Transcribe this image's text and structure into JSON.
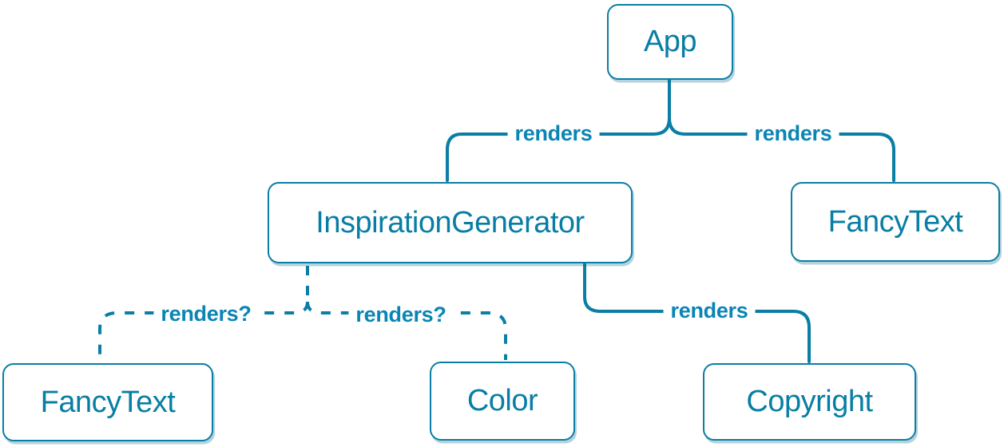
{
  "diagram": {
    "title": "component-render-tree",
    "accent_color": "#087ea4",
    "background_color": "#ffffff",
    "nodes": [
      {
        "id": "app",
        "label": "App"
      },
      {
        "id": "inspiration-generator",
        "label": "InspirationGenerator"
      },
      {
        "id": "fancy-text-top",
        "label": "FancyText"
      },
      {
        "id": "fancy-text-bottom",
        "label": "FancyText"
      },
      {
        "id": "color",
        "label": "Color"
      },
      {
        "id": "copyright",
        "label": "Copyright"
      }
    ],
    "edges": [
      {
        "from": "App",
        "to": "InspirationGenerator",
        "label": "renders",
        "style": "solid"
      },
      {
        "from": "App",
        "to": "FancyText",
        "label": "renders",
        "style": "solid"
      },
      {
        "from": "InspirationGenerator",
        "to": "FancyText",
        "label": "renders?",
        "style": "dashed"
      },
      {
        "from": "InspirationGenerator",
        "to": "Color",
        "label": "renders?",
        "style": "dashed"
      },
      {
        "from": "InspirationGenerator",
        "to": "Copyright",
        "label": "renders",
        "style": "solid"
      }
    ]
  }
}
